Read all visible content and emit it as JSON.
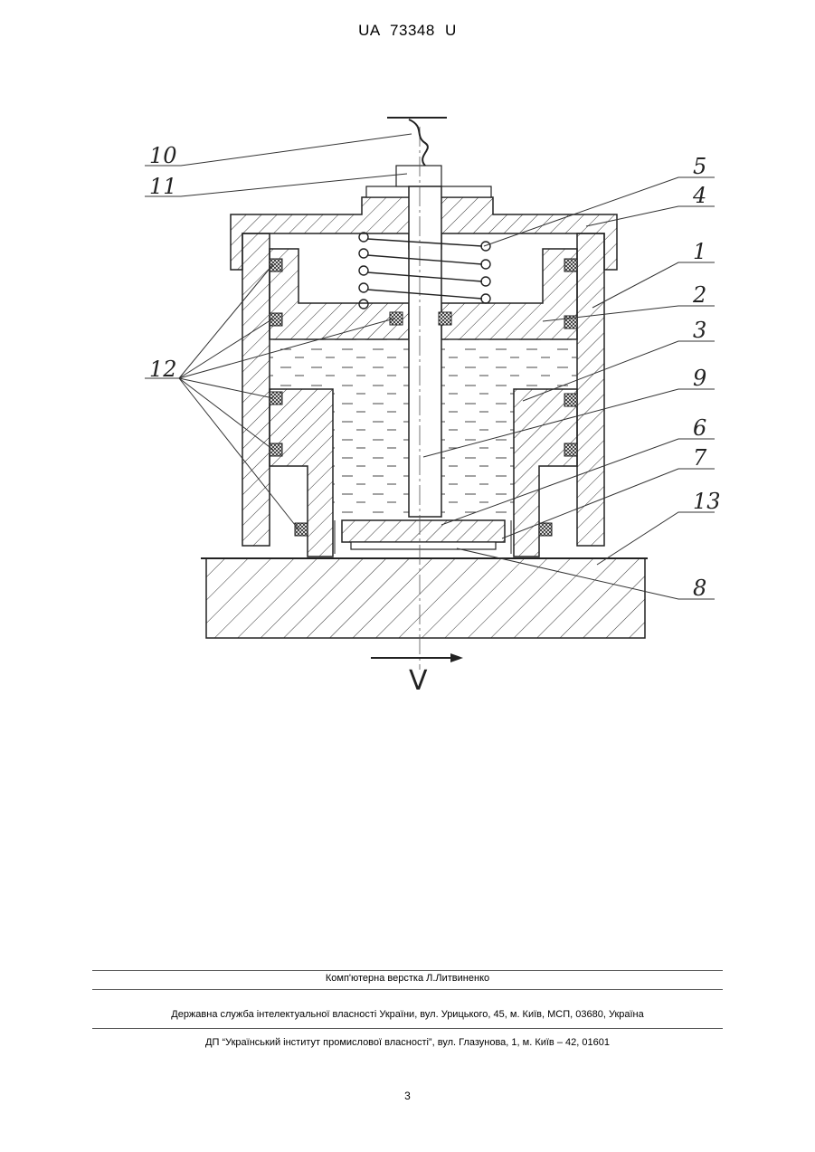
{
  "header": {
    "doc_number": "UA   73348   U"
  },
  "figure": {
    "labels": {
      "l1": "1",
      "l2": "2",
      "l3": "3",
      "l4": "4",
      "l5": "5",
      "l6": "6",
      "l7": "7",
      "l8": "8",
      "l9": "9",
      "l10": "10",
      "l11": "11",
      "l12": "12",
      "l13": "13"
    },
    "velocity_label": "V"
  },
  "footer": {
    "layout_credit": "Комп'ютерна верстка Л.Литвиненко",
    "agency": "Державна служба інтелектуальної власності України, вул. Урицького, 45, м. Київ, МСП, 03680, Україна",
    "institute": "ДП “Український інститут промислової власності”, вул. Глазунова, 1, м. Київ – 42, 01601"
  },
  "page_number": "3"
}
